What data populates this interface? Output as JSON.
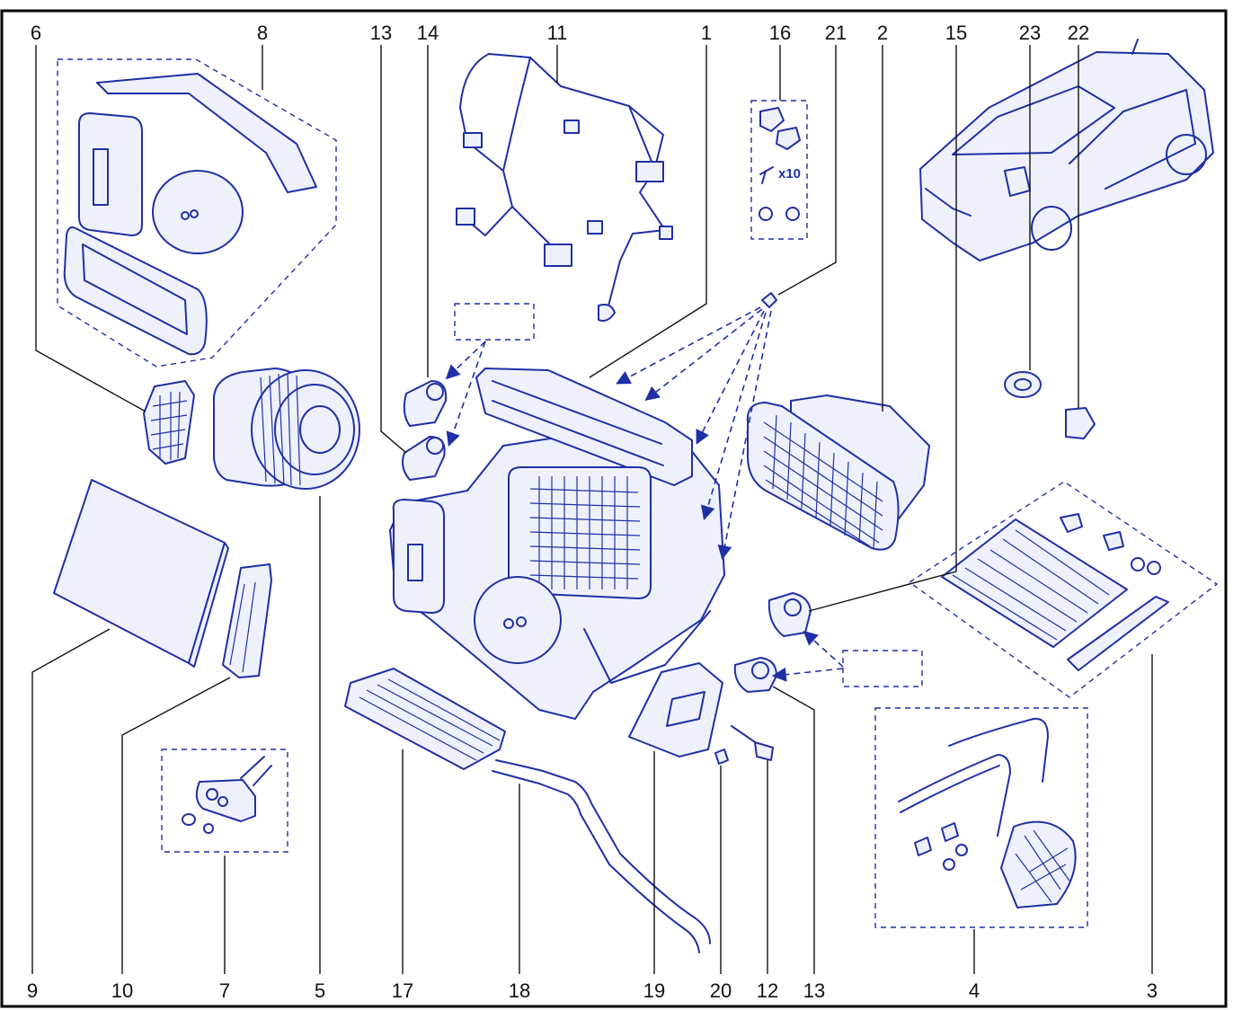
{
  "labels": {
    "top": [
      "6",
      "8",
      "13",
      "14",
      "11",
      "1",
      "16",
      "21",
      "2",
      "15",
      "23",
      "22"
    ],
    "bottom": [
      "9",
      "10",
      "7",
      "5",
      "17",
      "18",
      "19",
      "20",
      "12",
      "13",
      "4",
      "3"
    ]
  },
  "annotations": {
    "screw_quantity": "x10"
  },
  "colors": {
    "line": "#1f2fa6",
    "fill": "#eef1fb",
    "text": "#111111",
    "frame": "#000000"
  }
}
